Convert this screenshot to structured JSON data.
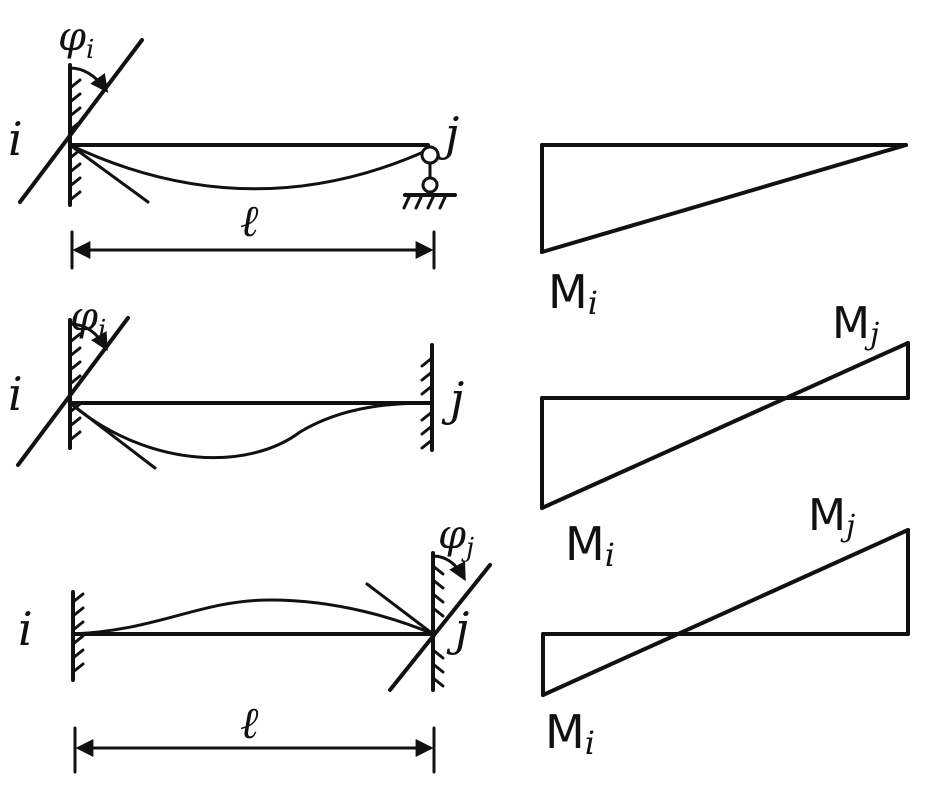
{
  "labels": {
    "phi_sym": "φ",
    "sub_i": "i",
    "sub_j": "j",
    "node_i": "i",
    "node_j": "j",
    "length": "ℓ",
    "moment": "M"
  }
}
